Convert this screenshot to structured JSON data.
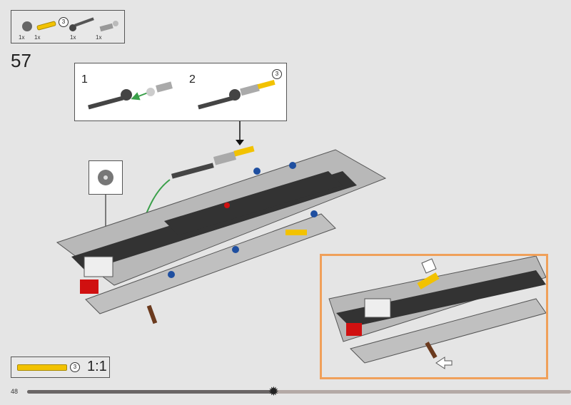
{
  "parts_list": {
    "items": [
      {
        "name": "gear",
        "qty": "1x"
      },
      {
        "name": "yellow-axle",
        "qty": "1x",
        "length": "3"
      },
      {
        "name": "axle-with-stop",
        "qty": "1x"
      },
      {
        "name": "ball-joint-connector",
        "qty": "1x"
      }
    ]
  },
  "step": {
    "number": "57"
  },
  "sub_steps": [
    {
      "number": "1"
    },
    {
      "number": "2",
      "axle_length": "3"
    }
  ],
  "scale": {
    "axle_length": "3",
    "ratio": "1:1"
  },
  "footer": {
    "page": "48",
    "progress": 0.455
  },
  "colors": {
    "accent": "#f0a05a",
    "yellow": "#f2c200",
    "red": "#d01010",
    "blue": "#1f4fa0",
    "green": "#3aa04a"
  }
}
